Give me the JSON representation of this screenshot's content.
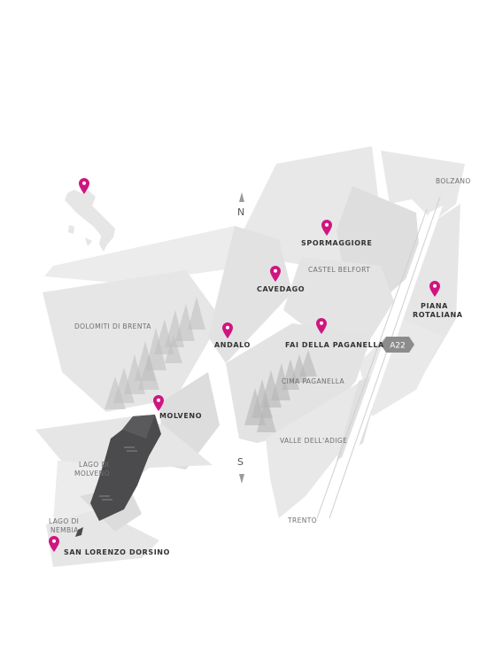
{
  "colors": {
    "pin": "#d0157f",
    "land": "#e9e9e9",
    "land_dark": "#d9d9d9",
    "lake": "#4b4a4c",
    "text": "#333333"
  },
  "compass": {
    "north": "N",
    "south": "S"
  },
  "towns": {
    "spormaggiore": "SPORMAGGIORE",
    "cavedago": "CAVEDAGO",
    "andalo": "ANDALO",
    "fai": "FAI DELLA PAGANELLA",
    "molveno": "MOLVENO",
    "san_lorenzo": "SAN LORENZO DORSINO",
    "piana_1": "PIANA",
    "piana_2": "ROTALIANA"
  },
  "places": {
    "castel_belfort": "CASTEL BELFORT",
    "dolomiti": "DOLOMITI DI BRENTA",
    "cima": "CIMA PAGANELLA",
    "valle": "VALLE DELL'ADIGE",
    "lago_molveno_1": "LAGO DI",
    "lago_molveno_2": "MOLVENO",
    "lago_nembia_1": "LAGO DI",
    "lago_nembia_2": "NEMBIA",
    "trento": "TRENTO",
    "bolzano": "BOLZANO"
  },
  "motorway": "A22",
  "icons": {
    "pin": "map-pin-icon",
    "italy": "italy-locator-icon",
    "north": "north-arrow-icon",
    "south": "south-arrow-icon"
  }
}
